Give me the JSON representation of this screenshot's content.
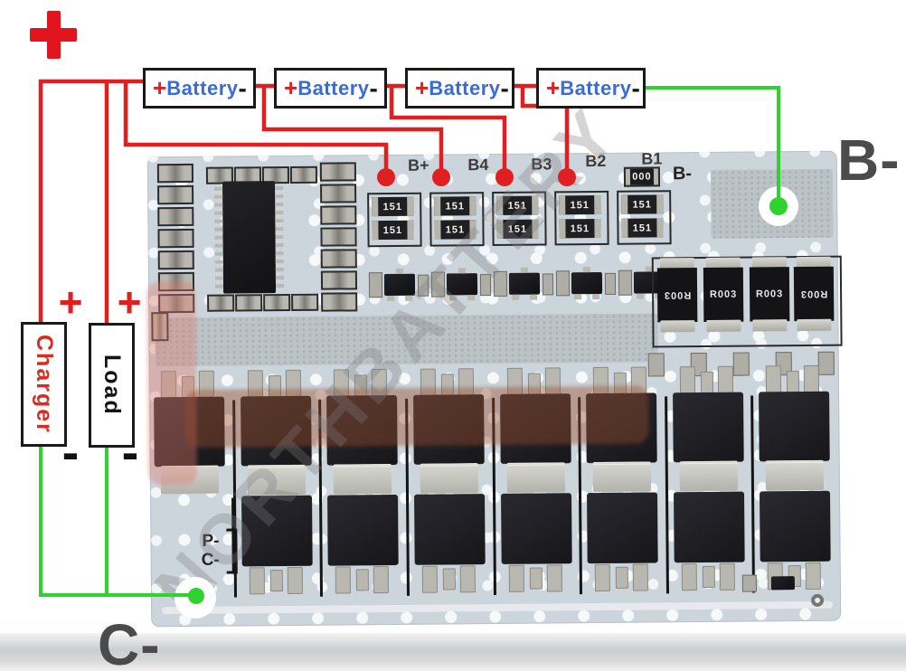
{
  "terminals": {
    "pack_positive": "+",
    "b_minus": "B-",
    "c_minus": "C-"
  },
  "batteries": [
    {
      "plus": "+",
      "label": "Battery",
      "minus": "-"
    },
    {
      "plus": "+",
      "label": "Battery",
      "minus": "-"
    },
    {
      "plus": "+",
      "label": "Battery",
      "minus": "-"
    },
    {
      "plus": "+",
      "label": "Battery",
      "minus": "-"
    }
  ],
  "charger": {
    "label": "Charger",
    "plus": "+",
    "minus": "-"
  },
  "load": {
    "label": "Load",
    "plus": "+",
    "minus": "-"
  },
  "board": {
    "pad_labels": [
      "B+",
      "B4",
      "B3",
      "B2",
      "B1"
    ],
    "silkscreen": {
      "b_minus": "B-",
      "p_minus": "P-",
      "c_minus": "C-"
    },
    "components": {
      "sense_resistor": "151",
      "zero_ohm": "000",
      "shunt": "R003"
    }
  },
  "watermark": {
    "text": "NORTHBATTERY"
  },
  "colors": {
    "wire_positive": "#e02020",
    "wire_negative": "#2ed32e",
    "battery_label": "#3a6bd8",
    "charger_label": "#d92b20",
    "terminal_label": "#4b4b4b",
    "board_base": "#ccd5dc"
  }
}
